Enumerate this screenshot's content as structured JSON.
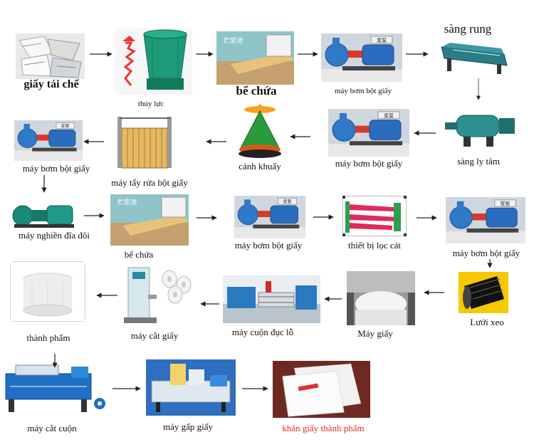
{
  "diagram": {
    "nodes": [
      {
        "id": "n1",
        "label": "giấy tái chế"
      },
      {
        "id": "n2",
        "label": "thủy lực"
      },
      {
        "id": "n3",
        "label": "bể chứa"
      },
      {
        "id": "n4",
        "label": "máy bơm bột giấy"
      },
      {
        "id": "n5",
        "label": "sàng rung"
      },
      {
        "id": "n6",
        "label": "sàng ly tâm"
      },
      {
        "id": "n7",
        "label": "máy bơm bột giấy"
      },
      {
        "id": "n8",
        "label": "cánh khuấy"
      },
      {
        "id": "n9",
        "label": "máy tẩy rửa bột giấy"
      },
      {
        "id": "n10",
        "label": "máy bơm bột giấy"
      },
      {
        "id": "n11",
        "label": "máy nghiền đĩa đôi"
      },
      {
        "id": "n12",
        "label": "bể chứa"
      },
      {
        "id": "n13",
        "label": "máy bơm bột giấy"
      },
      {
        "id": "n14",
        "label": "thiết bị lọc cát"
      },
      {
        "id": "n15",
        "label": "máy bơm bột giấy"
      },
      {
        "id": "n16",
        "label": "Lưới xeo"
      },
      {
        "id": "n17",
        "label": "Máy giấy"
      },
      {
        "id": "n18",
        "label": "máy cuộn đục lỗ"
      },
      {
        "id": "n19",
        "label": "máy cắt giấy"
      },
      {
        "id": "n20",
        "label": "thành phẩm"
      },
      {
        "id": "n21",
        "label": "máy cắt cuộn"
      },
      {
        "id": "n22",
        "label": "máy gấp giấy"
      },
      {
        "id": "n23",
        "label": "khăn giấy thành phẩm"
      }
    ],
    "pump_plate_text": "浆泵",
    "tank_sign_text": "贮浆池",
    "final_color": "#e4261d"
  }
}
